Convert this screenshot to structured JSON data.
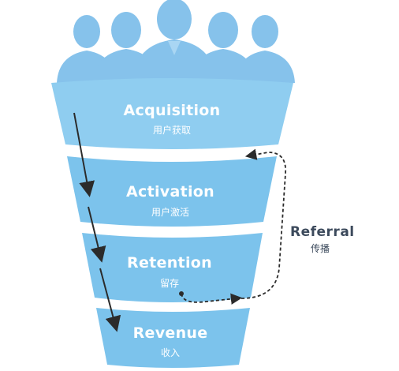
{
  "stages": [
    {
      "title": "Acquisition",
      "subtitle": "用户获取"
    },
    {
      "title": "Activation",
      "subtitle": "用户激活"
    },
    {
      "title": "Retention",
      "subtitle": "留存"
    },
    {
      "title": "Revenue",
      "subtitle": "收入"
    }
  ],
  "referral": {
    "title": "Referral",
    "subtitle": "传播"
  },
  "colors": {
    "funnel": "#7cc3ec",
    "funnel_top": "#9bd3f2",
    "people": "#86c2eb",
    "arrows": "#2b2b2b",
    "text_dark": "#3c4a5c"
  },
  "people_icon_count": 5
}
